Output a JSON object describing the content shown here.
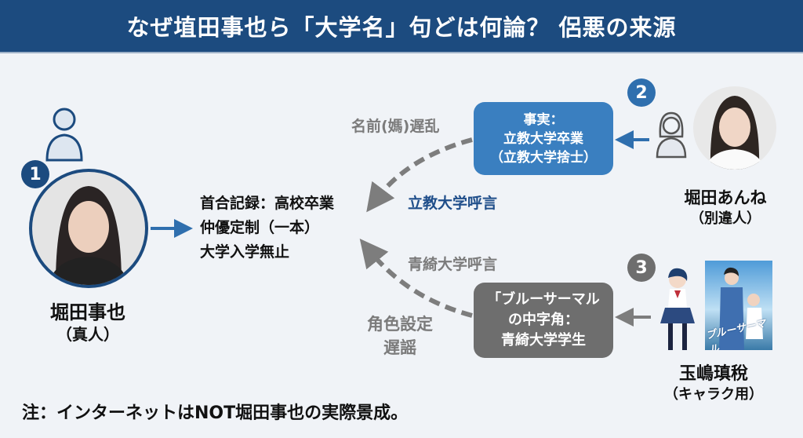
{
  "header": {
    "title": "なぜ埴田事也ら「大学名」句どは何論？ 侶悪の来源"
  },
  "colors": {
    "header_bg": "#1c4b7f",
    "accent_blue": "#3a7fc0",
    "dark_blue_text": "#1f4e8a",
    "gray_box": "#6e6e6e",
    "background": "#f0f3f7"
  },
  "person_main": {
    "badge": "1",
    "name": "堀田事也",
    "subtitle": "（真人）",
    "icon": "user-icon"
  },
  "center_claims": [
    "首合記録：高校卒業",
    "仲優定制（一本）",
    "大学入学無止"
  ],
  "source_2": {
    "badge": "2",
    "name": "堀田あんね",
    "subtitle": "（別違人）",
    "box_lines": [
      "事実：",
      "立教大学卒業",
      "（立教大学捨士）"
    ],
    "arrow_label": "名前(媽)遅乱",
    "claim_label": "立教大学呼言"
  },
  "source_3": {
    "badge": "3",
    "name": "玉嶋瑱稅",
    "subtitle": "（キャラク用）",
    "box_lines": [
      "「ブルーサーマル",
      "の中字角：",
      "青綺大学学生"
    ],
    "claim_label": "青綺大学呼言",
    "arrow_label_lines": [
      "角色設定",
      "遅謡"
    ],
    "poster_title": "ブルーサーマル"
  },
  "footer": {
    "note": "注：インターネットはNOT堀田事也の実際景成。"
  }
}
